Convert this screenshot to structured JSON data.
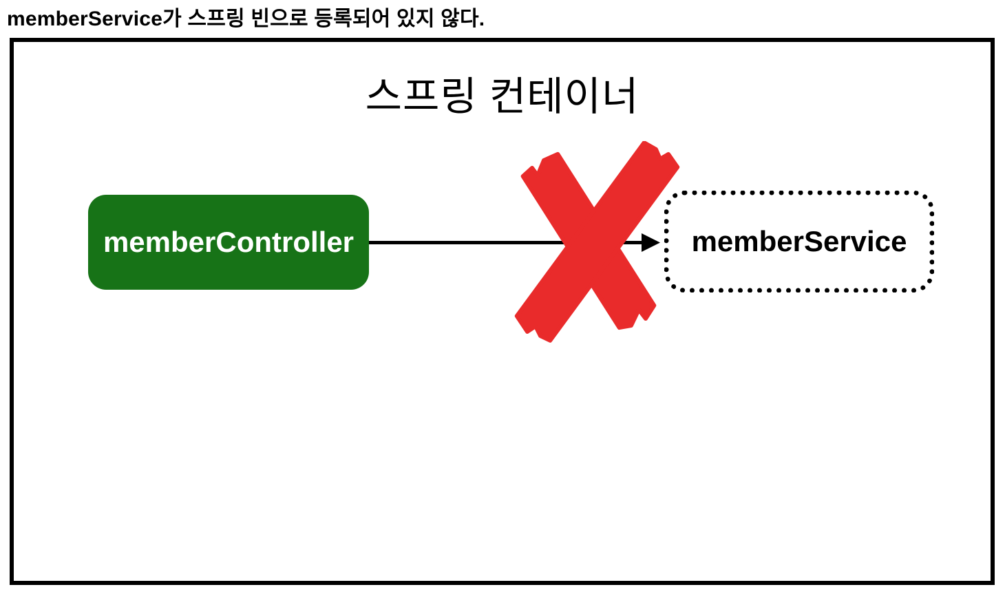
{
  "caption": "memberService가 스프링 빈으로 등록되어 있지 않다.",
  "container": {
    "title": "스프링 컨테이너"
  },
  "nodes": {
    "controller": {
      "label": "memberController",
      "style": "solid-green"
    },
    "service": {
      "label": "memberService",
      "style": "dotted-outline"
    }
  },
  "relations": {
    "dependency_arrow": {
      "from": "memberController",
      "to": "memberService",
      "status": "blocked"
    }
  },
  "icons": {
    "x_mark": "red-x-icon",
    "arrow": "arrow-right-icon"
  },
  "colors": {
    "controller_bg": "#177317",
    "controller_text": "#ffffff",
    "x_mark": "#e92b2b",
    "line": "#000000",
    "canvas_bg": "#ffffff"
  }
}
